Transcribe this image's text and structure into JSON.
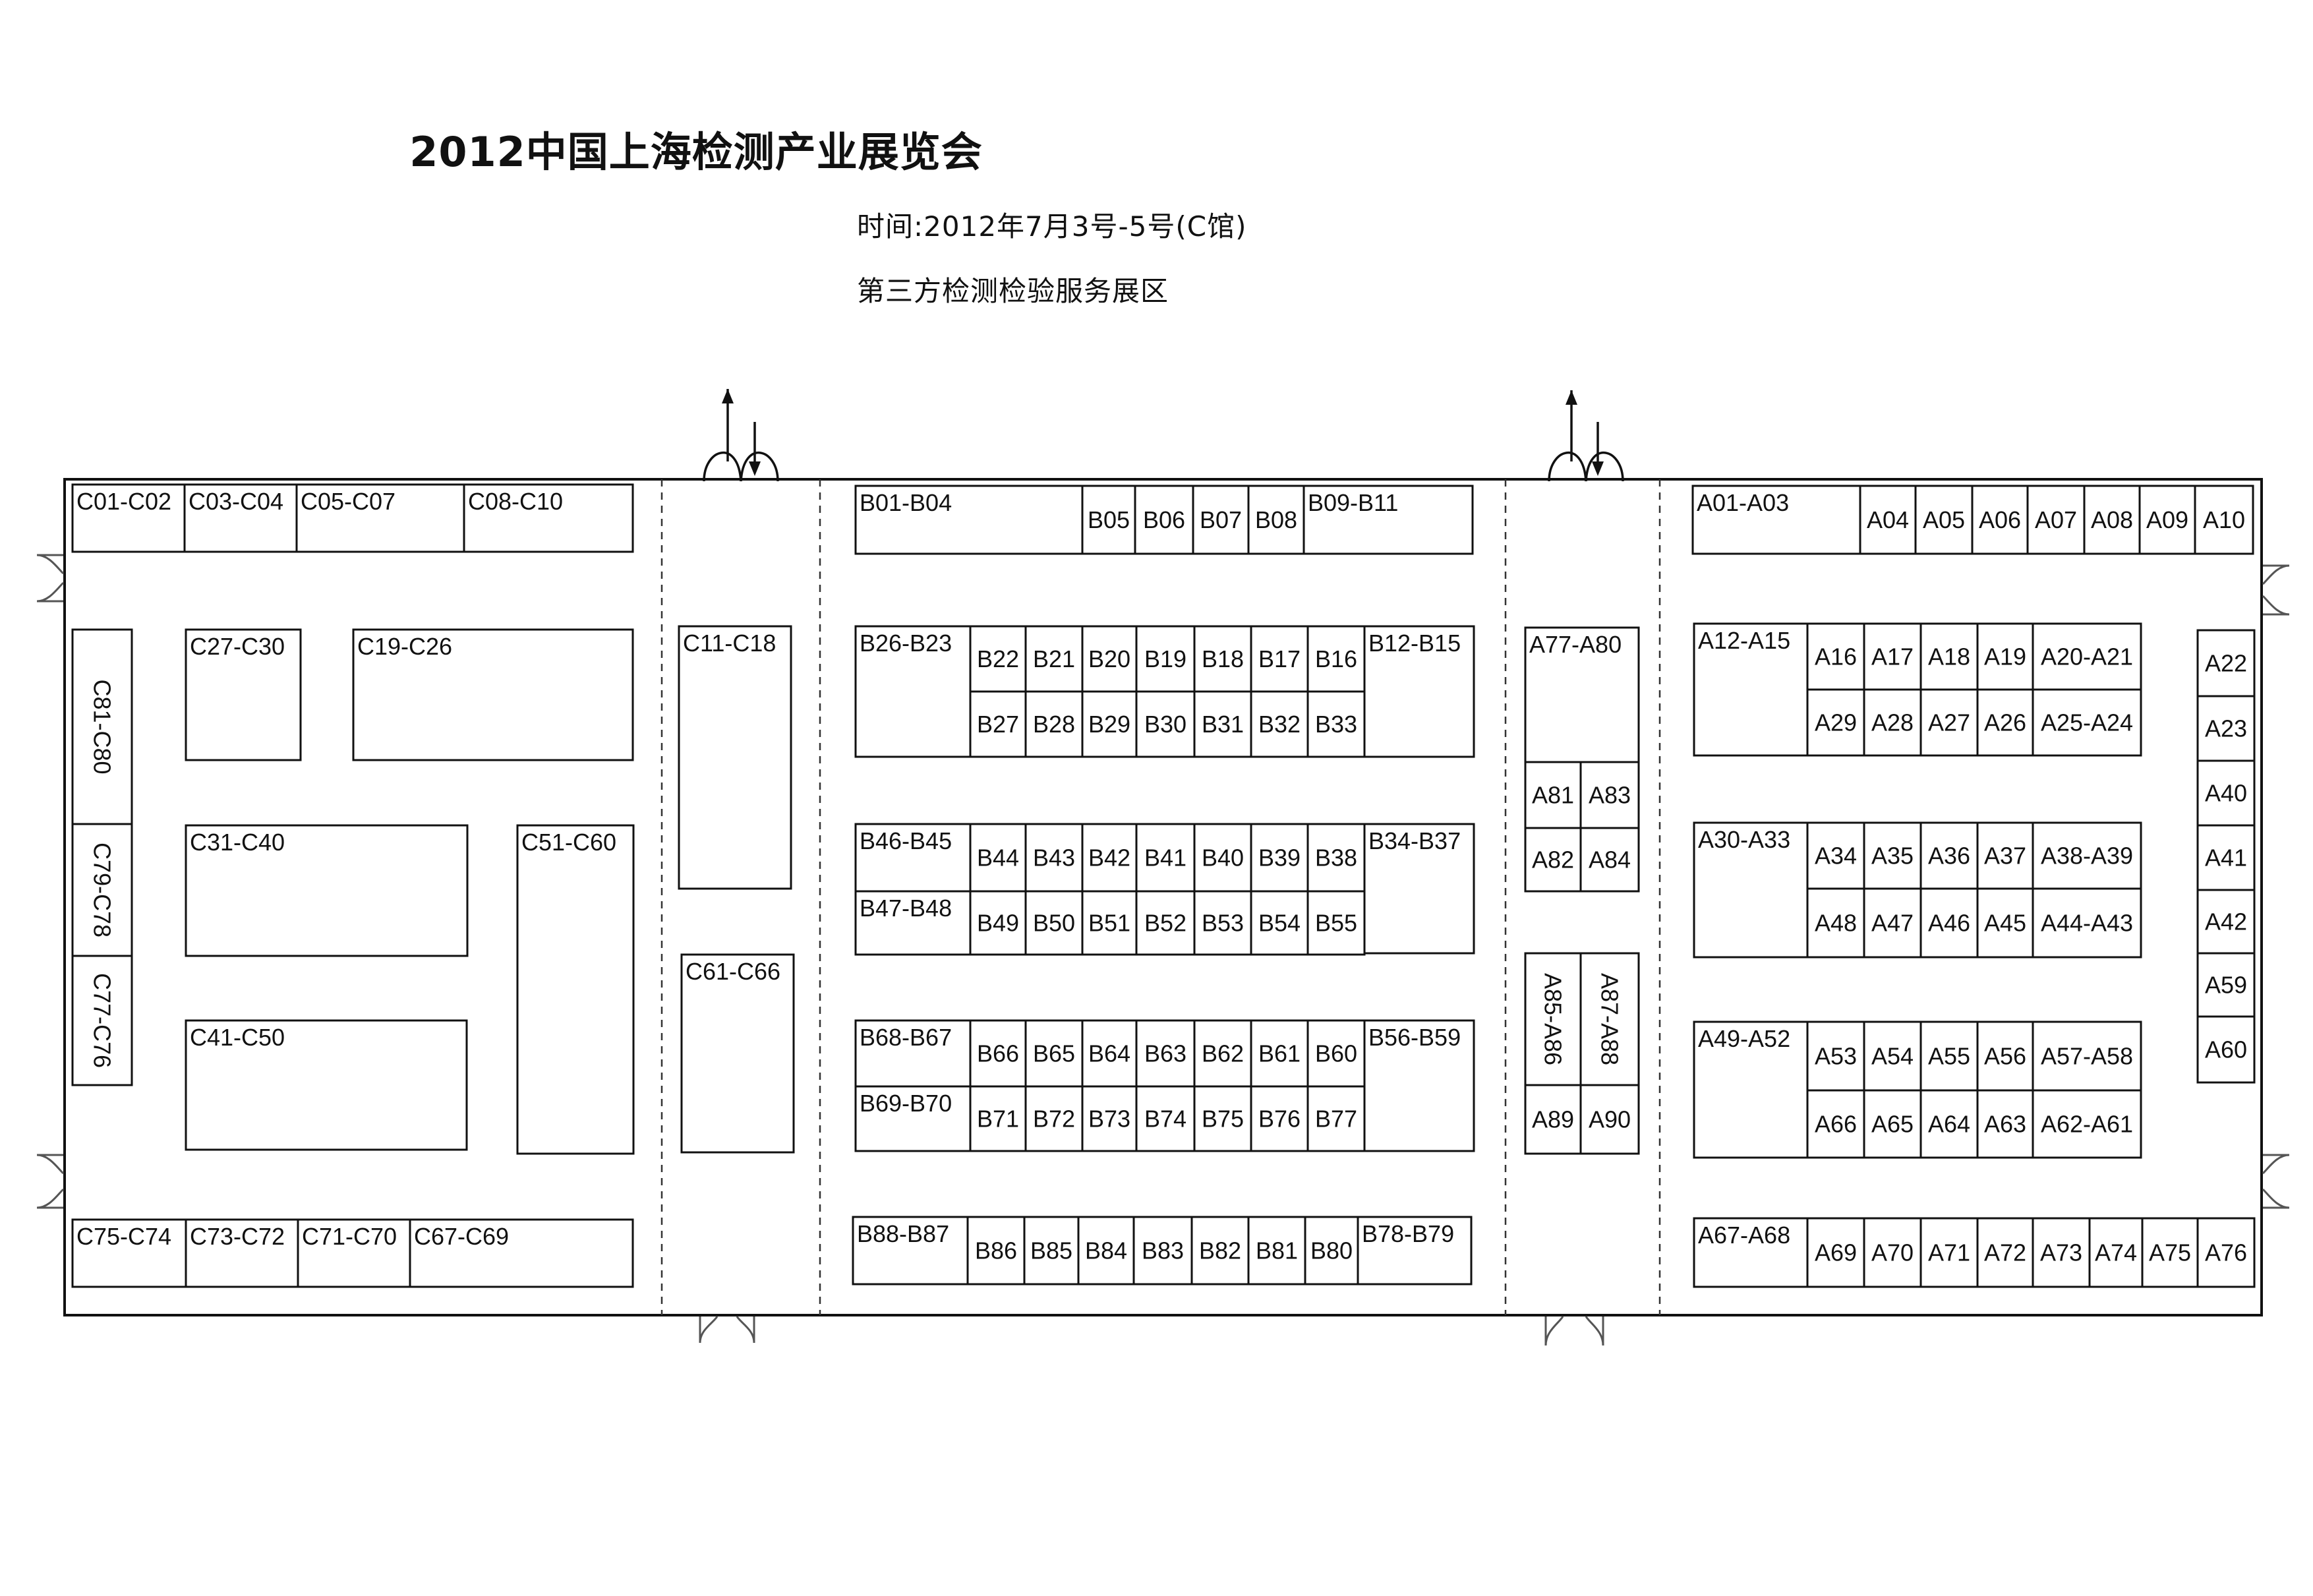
{
  "header": {
    "title": "2012中国上海检测产业展览会",
    "time": "时间:2012年7月3号-5号(C馆)",
    "zone": "第三方检测检验服务展区"
  },
  "booths": [
    "C01-C02",
    "C03-C04",
    "C05-C07",
    "C08-C10",
    "C81-C80",
    "C27-C30",
    "C19-C26",
    "C79-C78",
    "C31-C40",
    "C51-C60",
    "C77-C76",
    "C41-C50",
    "C75-C74",
    "C73-C72",
    "C71-C70",
    "C67-C69",
    "C11-C18",
    "C61-C66",
    "B01-B04",
    "B05",
    "B06",
    "B07",
    "B08",
    "B09-B11",
    "B26-B23",
    "B22",
    "B21",
    "B20",
    "B19",
    "B18",
    "B17",
    "B16",
    "B12-B15",
    "B27",
    "B28",
    "B29",
    "B30",
    "B31",
    "B32",
    "B33",
    "B46-B45",
    "B44",
    "B43",
    "B42",
    "B41",
    "B40",
    "B39",
    "B38",
    "B34-B37",
    "B47-B48",
    "B49",
    "B50",
    "B51",
    "B52",
    "B53",
    "B54",
    "B55",
    "B68-B67",
    "B66",
    "B65",
    "B64",
    "B63",
    "B62",
    "B61",
    "B60",
    "B56-B59",
    "B69-B70",
    "B71",
    "B72",
    "B73",
    "B74",
    "B75",
    "B76",
    "B77",
    "B88-B87",
    "B86",
    "B85",
    "B84",
    "B83",
    "B82",
    "B81",
    "B80",
    "B78-B79",
    "A77-A80",
    "A81",
    "A83",
    "A82",
    "A84",
    "A85-A86",
    "A87-A88",
    "A89",
    "A90",
    "A01-A03",
    "A04",
    "A05",
    "A06",
    "A07",
    "A08",
    "A09",
    "A10",
    "A12-A15",
    "A16",
    "A17",
    "A18",
    "A19",
    "A20-A21",
    "A22",
    "A29",
    "A28",
    "A27",
    "A26",
    "A25-A24",
    "A23",
    "A40",
    "A30-A33",
    "A34",
    "A35",
    "A36",
    "A37",
    "A38-A39",
    "A41",
    "A48",
    "A47",
    "A46",
    "A45",
    "A44-A43",
    "A42",
    "A59",
    "A49-A52",
    "A53",
    "A54",
    "A55",
    "A56",
    "A57-A58",
    "A60",
    "A66",
    "A65",
    "A64",
    "A63",
    "A62-A61",
    "A67-A68",
    "A69",
    "A70",
    "A71",
    "A72",
    "A73",
    "A74",
    "A75",
    "A76"
  ]
}
